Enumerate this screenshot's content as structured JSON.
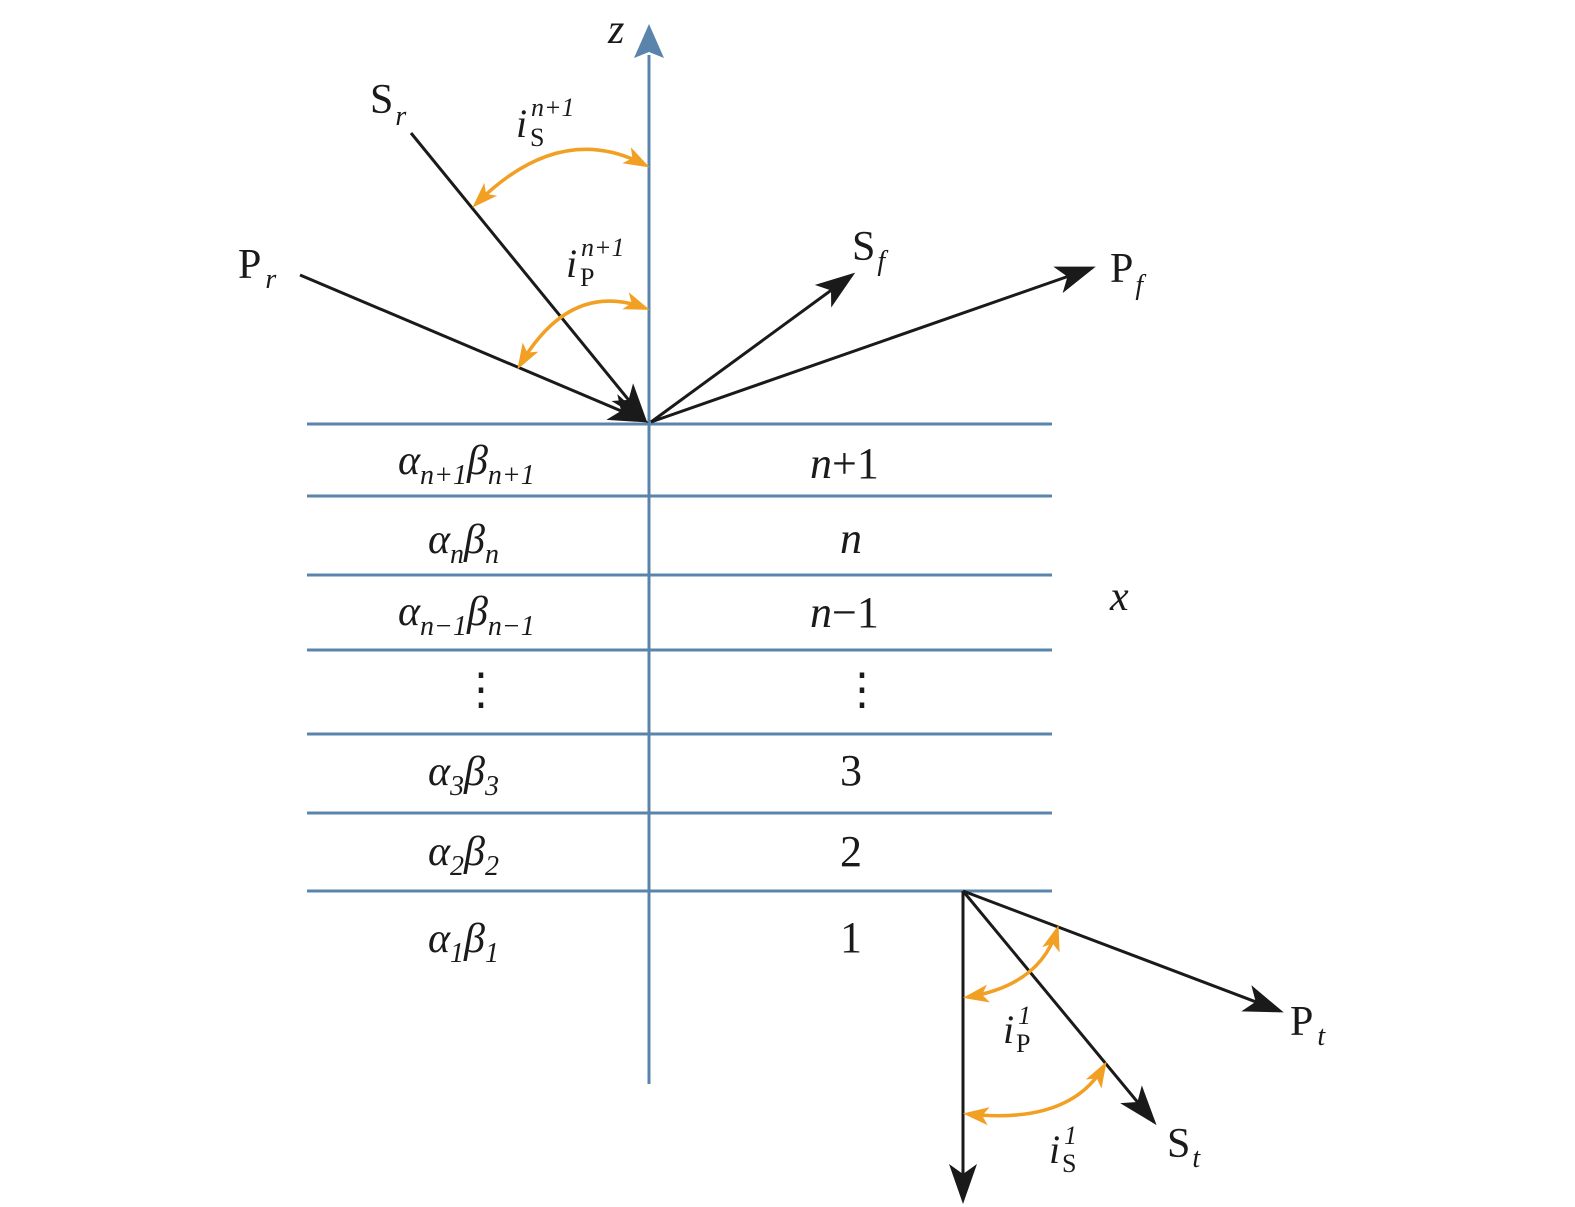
{
  "axes": {
    "z_label": "z",
    "x_label": "x"
  },
  "rays": {
    "S_r": {
      "base": "S",
      "sub": "r"
    },
    "P_r": {
      "base": "P",
      "sub": "r"
    },
    "S_f": {
      "base": "S",
      "sub": "f"
    },
    "P_f": {
      "base": "P",
      "sub": "f"
    },
    "P_t": {
      "base": "P",
      "sub": "t"
    },
    "S_t": {
      "base": "S",
      "sub": "t"
    }
  },
  "angles": {
    "iS_top": {
      "base": "i",
      "sub": "S",
      "sup": "n+1"
    },
    "iP_top": {
      "base": "i",
      "sub": "P",
      "sup": "n+1"
    },
    "iP_bottom": {
      "base": "i",
      "sub": "P",
      "sup": "1"
    },
    "iS_bottom": {
      "base": "i",
      "sub": "S",
      "sup": "1"
    }
  },
  "layers": [
    {
      "a": "α",
      "a_sub": "n+1",
      "b": "β",
      "b_sub": "n+1",
      "index": "n+1",
      "index_italic_part": "n",
      "index_rest": "+1"
    },
    {
      "a": "α",
      "a_sub": "n",
      "b": "β",
      "b_sub": "n",
      "index": "n",
      "index_italic_part": "n",
      "index_rest": ""
    },
    {
      "a": "α",
      "a_sub": "n−1",
      "b": "β",
      "b_sub": "n−1",
      "index": "n−1",
      "index_italic_part": "n",
      "index_rest": "−1"
    },
    {
      "a": "⋮",
      "a_sub": "",
      "b": "",
      "b_sub": "",
      "index": "⋮",
      "index_italic_part": "",
      "index_rest": "⋮"
    },
    {
      "a": "α",
      "a_sub": "3",
      "b": "β",
      "b_sub": "3",
      "index": "3",
      "index_italic_part": "",
      "index_rest": "3"
    },
    {
      "a": "α",
      "a_sub": "2",
      "b": "β",
      "b_sub": "2",
      "index": "2",
      "index_italic_part": "",
      "index_rest": "2"
    },
    {
      "a": "α",
      "a_sub": "1",
      "b": "β",
      "b_sub": "1",
      "index": "1",
      "index_italic_part": "",
      "index_rest": "1"
    }
  ],
  "colors": {
    "axis": "#5b84ad",
    "ray": "#1a1a1a",
    "angle_arc": "#f2a024"
  }
}
